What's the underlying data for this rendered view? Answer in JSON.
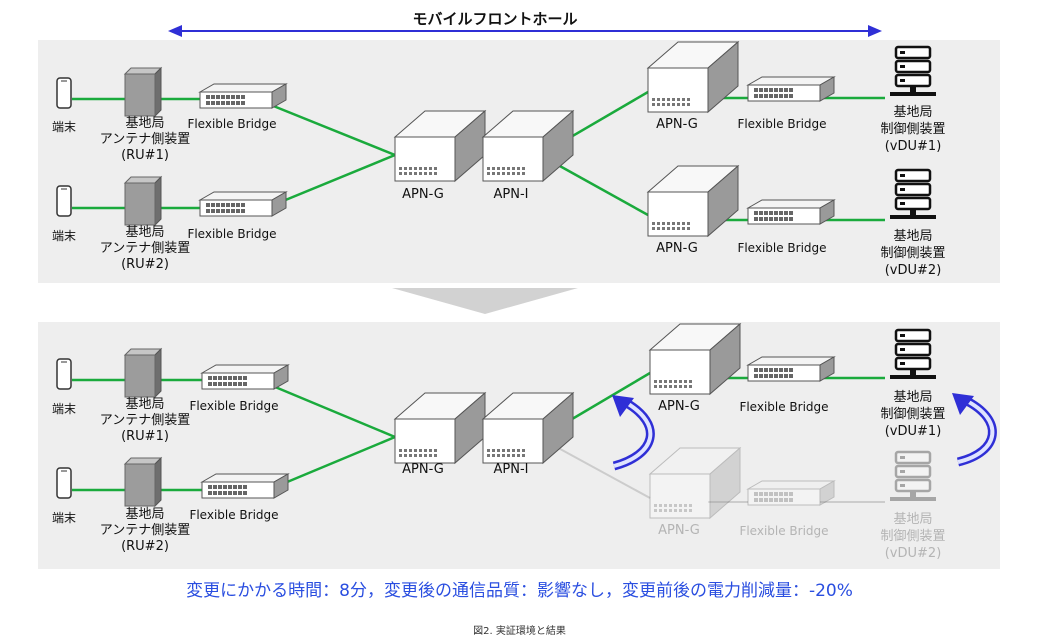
{
  "header": {
    "title": "モバイルフロントホール"
  },
  "top": {
    "terminal_1": "端末",
    "terminal_2": "端末",
    "ru1": [
      "基地局",
      "アンテナ側装置",
      "(RU#1)"
    ],
    "ru2": [
      "基地局",
      "アンテナ側装置",
      "(RU#2)"
    ],
    "fb_left_1": "Flexible Bridge",
    "fb_left_2": "Flexible Bridge",
    "apn_g_center": "APN-G",
    "apn_i_center": "APN-I",
    "apn_g_right_1": "APN-G",
    "apn_g_right_2": "APN-G",
    "fb_right_1": "Flexible Bridge",
    "fb_right_2": "Flexible Bridge",
    "vdu1": [
      "基地局",
      "制御側装置",
      "(vDU#1)"
    ],
    "vdu2": [
      "基地局",
      "制御側装置",
      "(vDU#2)"
    ]
  },
  "bottom": {
    "terminal_1": "端末",
    "terminal_2": "端末",
    "ru1": [
      "基地局",
      "アンテナ側装置",
      "(RU#1)"
    ],
    "ru2": [
      "基地局",
      "アンテナ側装置",
      "(RU#2)"
    ],
    "fb_left_1": "Flexible Bridge",
    "fb_left_2": "Flexible Bridge",
    "apn_g_center": "APN-G",
    "apn_i_center": "APN-I",
    "apn_g_right_1": "APN-G",
    "apn_g_right_2": "APN-G",
    "fb_right_1": "Flexible Bridge",
    "fb_right_2": "Flexible Bridge",
    "vdu1": [
      "基地局",
      "制御側装置",
      "(vDU#1)"
    ],
    "vdu2": [
      "基地局",
      "制御側装置",
      "(vDU#2)"
    ]
  },
  "result": {
    "text": "変更にかかる時間：8分，変更後の通信品質：影響なし，変更前後の電力削減量：-20%"
  },
  "caption": {
    "text": "図2. 実証環境と結果"
  },
  "colors": {
    "link_green": "#1aaa3c",
    "arrow_blue": "#2f2fd6",
    "result_blue": "#2a4ee0",
    "panel_bg": "#eeeeee",
    "dim_gray": "#c8c8c8"
  }
}
